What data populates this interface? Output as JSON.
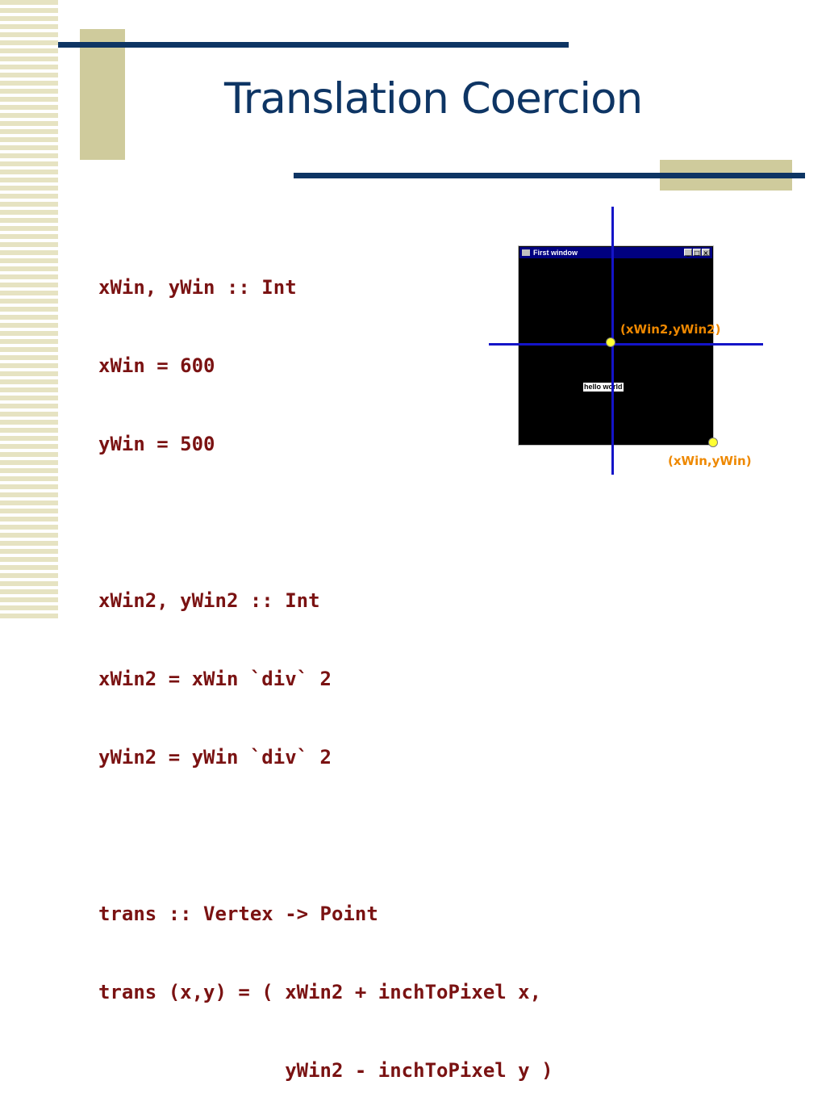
{
  "slide": {
    "title": "Translation Coercion",
    "code_lines": [
      "xWin, yWin :: Int",
      "xWin = 600",
      "yWin = 500",
      "",
      "xWin2, yWin2 :: Int",
      "xWin2 = xWin `div` 2",
      "yWin2 = yWin `div` 2",
      "",
      "trans :: Vertex -> Point",
      "trans (x,y) = ( xWin2 + inchToPixel x,",
      "                yWin2 - inchToPixel y )"
    ]
  },
  "diagram": {
    "window_title": "First window",
    "window_buttons": [
      "_",
      "□",
      "×"
    ],
    "window_text": "hello world",
    "center_label": "(xWin2,yWin2)",
    "corner_label": "(xWin,yWin)"
  },
  "colors": {
    "title": "#0e3564",
    "code": "#7a1212",
    "axis": "#1414c8",
    "point": "#ffff33",
    "point_label": "#ee8800",
    "accent_tan": "#cfcb9c"
  }
}
